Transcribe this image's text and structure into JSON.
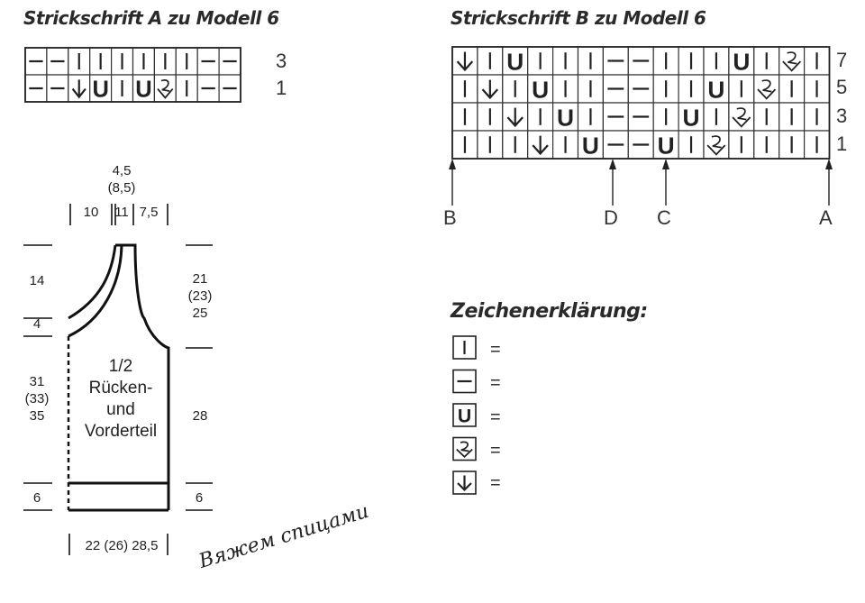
{
  "chart_a": {
    "title": "Strickschrift A zu Modell 6",
    "rows": [
      {
        "number": "3",
        "cells": [
          "dash",
          "dash",
          "bar",
          "bar",
          "bar",
          "bar",
          "bar",
          "bar",
          "dash",
          "dash"
        ]
      },
      {
        "number": "1",
        "cells": [
          "dash",
          "dash",
          "arrow",
          "U",
          "bar",
          "U",
          "twist",
          "bar",
          "dash",
          "dash"
        ]
      }
    ]
  },
  "chart_b": {
    "title": "Strickschrift B zu Modell 6",
    "rows": [
      {
        "number": "7",
        "cells": [
          "arrow",
          "bar",
          "U",
          "bar",
          "bar",
          "bar",
          "dash",
          "dash",
          "bar",
          "bar",
          "bar",
          "U",
          "bar",
          "twist",
          "bar"
        ]
      },
      {
        "number": "5",
        "cells": [
          "bar",
          "arrow",
          "bar",
          "U",
          "bar",
          "bar",
          "dash",
          "dash",
          "bar",
          "bar",
          "U",
          "bar",
          "twist",
          "bar",
          "bar"
        ]
      },
      {
        "number": "3",
        "cells": [
          "bar",
          "bar",
          "arrow",
          "bar",
          "U",
          "bar",
          "dash",
          "dash",
          "bar",
          "U",
          "bar",
          "twist",
          "bar",
          "bar",
          "bar"
        ]
      },
      {
        "number": "1",
        "cells": [
          "bar",
          "bar",
          "bar",
          "arrow",
          "bar",
          "U",
          "dash",
          "dash",
          "U",
          "bar",
          "twist",
          "bar",
          "bar",
          "bar",
          "bar"
        ]
      }
    ],
    "markers": [
      "B",
      "D",
      "C",
      "A"
    ]
  },
  "schematic": {
    "top_width_a": "4,5",
    "top_width_b": "(8,5)",
    "top_segments": [
      "10",
      "11",
      "7,5"
    ],
    "left_measures": [
      "14",
      "4",
      "31\n(33)\n35",
      "6"
    ],
    "right_measures": [
      "21\n(23)\n25",
      "28",
      "6"
    ],
    "piece_label": "1/2\nRücken-\nund\nVorderteil",
    "bottom_width": "22 (26) 28,5"
  },
  "legend": {
    "title": "Zeichenerklärung:",
    "items": [
      {
        "symbol": "bar",
        "eq": "="
      },
      {
        "symbol": "dash",
        "eq": "="
      },
      {
        "symbol": "U",
        "eq": "="
      },
      {
        "symbol": "twist",
        "eq": "="
      },
      {
        "symbol": "arrow",
        "eq": "="
      }
    ]
  },
  "watermark": "Вяжем спицами"
}
